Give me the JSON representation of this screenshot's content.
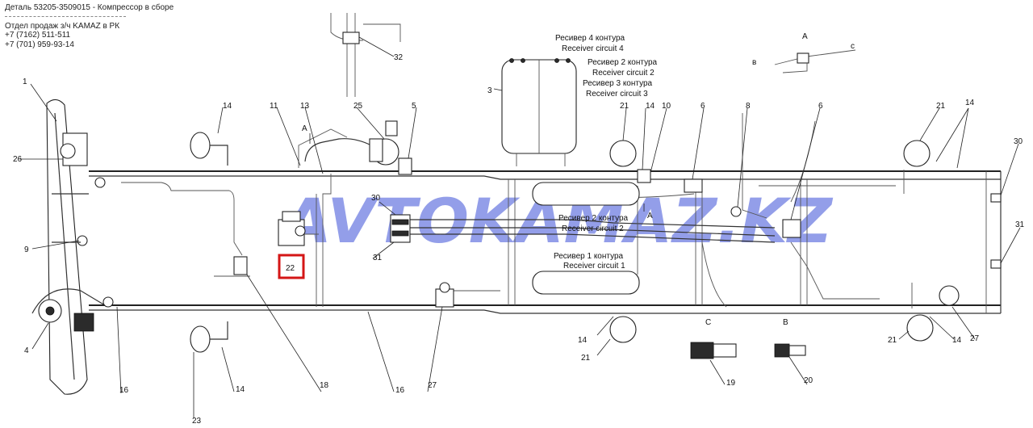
{
  "header": {
    "title": "Деталь  53205-3509015 - Компрессор в сборе",
    "dept": "Отдел продаж з/ч KAMAZ в РК",
    "phone1": "+7 (7162) 511-511",
    "phone2": "+7 (701) 959-93-14"
  },
  "watermark": {
    "text": "AVTOKAMAZ.KZ",
    "color": "#3b50d8"
  },
  "highlight": {
    "label": "22",
    "color": "#d41616"
  },
  "receivers": [
    {
      "ru": "Ресивер 4 контура",
      "en": "Receiver circuit 4"
    },
    {
      "ru": "Ресивер 2 контура",
      "en": "Receiver circuit 2"
    },
    {
      "ru": "Ресивер 3 контура",
      "en": "Receiver circuit 3"
    },
    {
      "ru": "Ресивер 2 контура",
      "en": "Receiver circuit 2"
    },
    {
      "ru": "Ресивер 1 контура",
      "en": "Receiver circuit 1"
    }
  ],
  "view_labels": {
    "A": "A",
    "A2": "A",
    "A3": "A",
    "B": "в",
    "C": "с",
    "C2": "С",
    "B2": "В"
  },
  "callouts": {
    "c1": "1",
    "c26": "26",
    "c9": "9",
    "c4": "4",
    "c16a": "16",
    "c23": "23",
    "c14a": "14",
    "c14b": "14",
    "c11": "11",
    "c13": "13",
    "c25": "25",
    "c5": "5",
    "c32": "32",
    "c30a": "30",
    "c31a": "31",
    "c18": "18",
    "c16b": "16",
    "c27a": "27",
    "c3": "3",
    "c21a": "21",
    "c14c": "14",
    "c10": "10",
    "c6a": "6",
    "c8": "8",
    "c6b": "6",
    "c21b": "21",
    "c14d": "14",
    "c30b": "30",
    "c31b": "31",
    "c14e": "14",
    "c21c": "21",
    "c19": "19",
    "c20": "20",
    "c21d": "21",
    "c14f": "14",
    "c27b": "27"
  }
}
